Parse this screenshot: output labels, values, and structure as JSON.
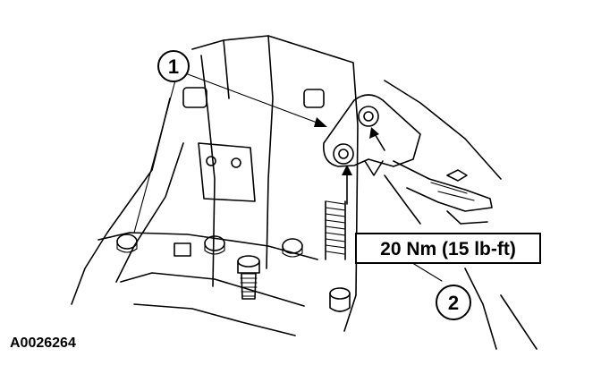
{
  "callouts": [
    {
      "id": "1",
      "label": "1"
    },
    {
      "id": "2",
      "label": "2"
    }
  ],
  "torque_spec": "20 Nm (15 lb-ft)",
  "figure_id": "A0026264"
}
